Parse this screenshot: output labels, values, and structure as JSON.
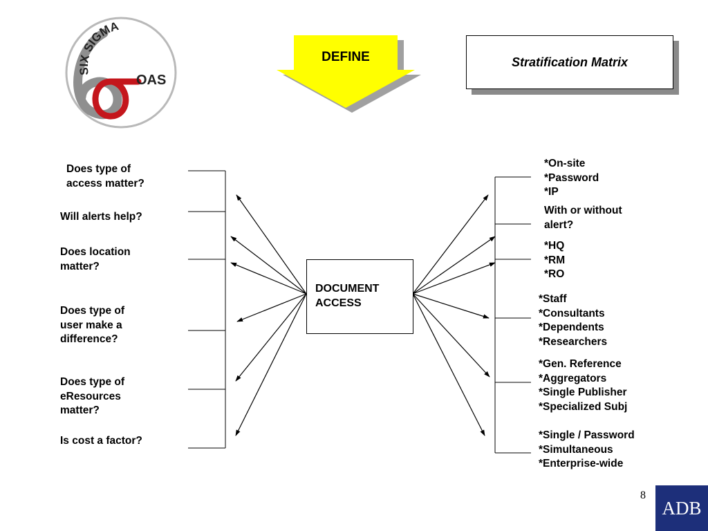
{
  "logo": {
    "arc_text": "SIX SIGMA",
    "org_text": "OAS",
    "icon": "six-sigma-logo"
  },
  "define_arrow": {
    "label": "DEFINE",
    "color": "#ffff00"
  },
  "title": {
    "text": "Stratification Matrix"
  },
  "center": {
    "text": "DOCUMENT\nACCESS"
  },
  "left_questions": [
    "Does type of\naccess matter?",
    "Will alerts help?",
    "Does location\nmatter?",
    "Does type of\nuser make a\ndifference?",
    "Does type of\neResources\nmatter?",
    "Is cost a factor?"
  ],
  "right_options": [
    "*On-site\n*Password\n*IP",
    "With or without\nalert?",
    "*HQ\n*RM\n*RO",
    "*Staff\n*Consultants\n*Dependents\n*Researchers",
    "*Gen. Reference\n*Aggregators\n*Single Publisher\n*Specialized Subj",
    "*Single / Password\n*Simultaneous\n*Enterprise-wide"
  ],
  "footer": {
    "page_number": "8",
    "brand": "ADB",
    "brand_color": "#1d2f7a"
  }
}
